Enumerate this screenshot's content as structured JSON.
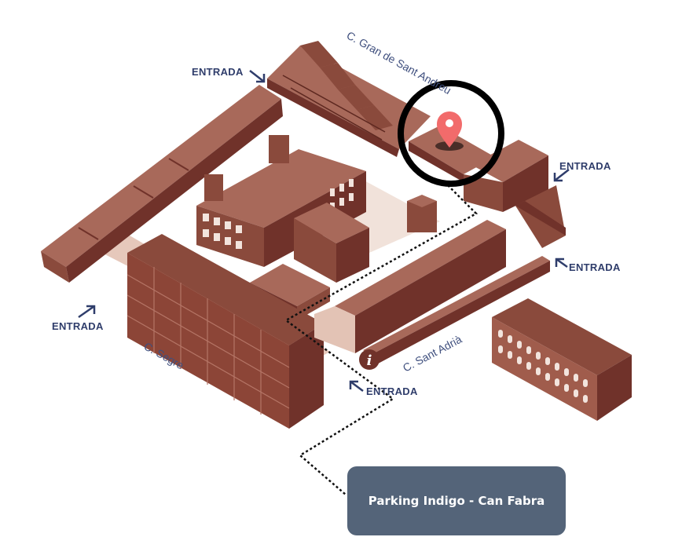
{
  "map": {
    "streets": {
      "north": "C. Gran de Sant Andreu",
      "south": "C. Segre",
      "middle": "C. Sant Adrià"
    },
    "entrances": {
      "north_west": "ENTRADA",
      "east_upper": "ENTRADA",
      "east_lower": "ENTRADA",
      "west": "ENTRADA",
      "south": "ENTRADA"
    },
    "info_marker": "i",
    "location_pin_icon": "map-pin-icon",
    "highlight_circle_color": "#000000",
    "pin_color": "#f26b6b"
  },
  "parking": {
    "label": "Parking Indigo - Can Fabra",
    "color": "#546479"
  },
  "colors": {
    "building_light": "#a8695a",
    "building_dark": "#70322a",
    "building_mid": "#8a4a3c",
    "ground": "#e6c8bb",
    "street_text": "#3f4f7e",
    "entrance_text": "#2f3d6b"
  }
}
